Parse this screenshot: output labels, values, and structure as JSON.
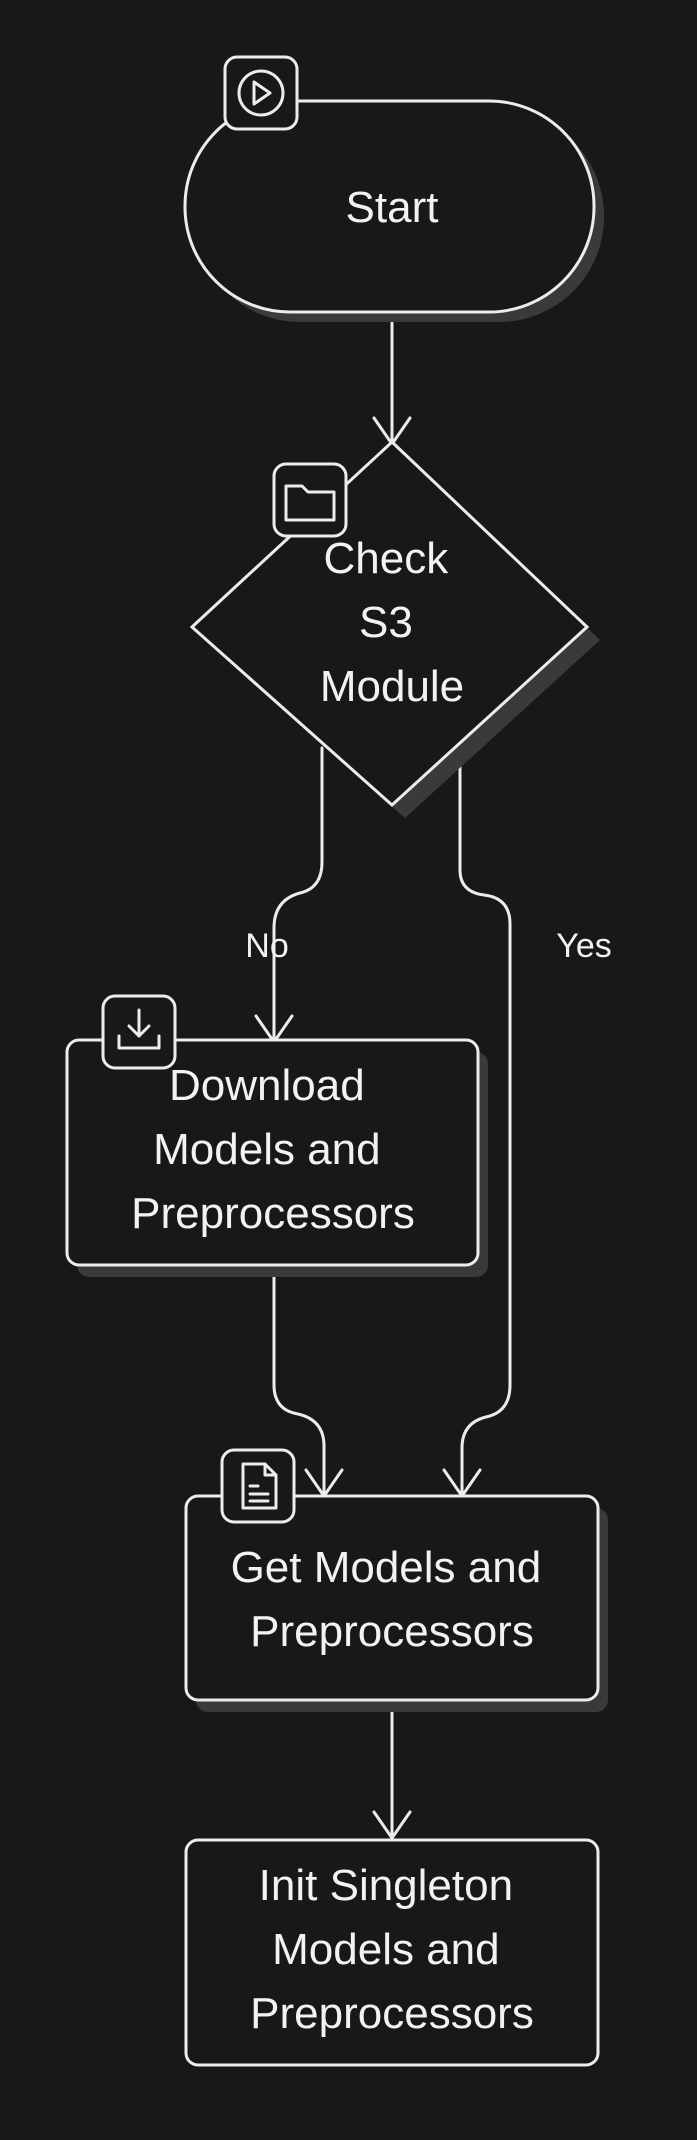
{
  "diagram": {
    "nodes": {
      "start": {
        "lines": [
          "Start"
        ],
        "icon": "play-icon"
      },
      "check": {
        "lines": [
          "Check",
          "S3",
          "Module"
        ],
        "icon": "folder-icon"
      },
      "download": {
        "lines": [
          "Download",
          "Models and",
          "Preprocessors"
        ],
        "icon": "download-icon"
      },
      "get": {
        "lines": [
          "Get Models and",
          "Preprocessors"
        ],
        "icon": "document-icon"
      },
      "init": {
        "lines": [
          "Init Singleton",
          "Models and",
          "Preprocessors"
        ]
      }
    },
    "edges": {
      "no_label": "No",
      "yes_label": "Yes"
    }
  }
}
